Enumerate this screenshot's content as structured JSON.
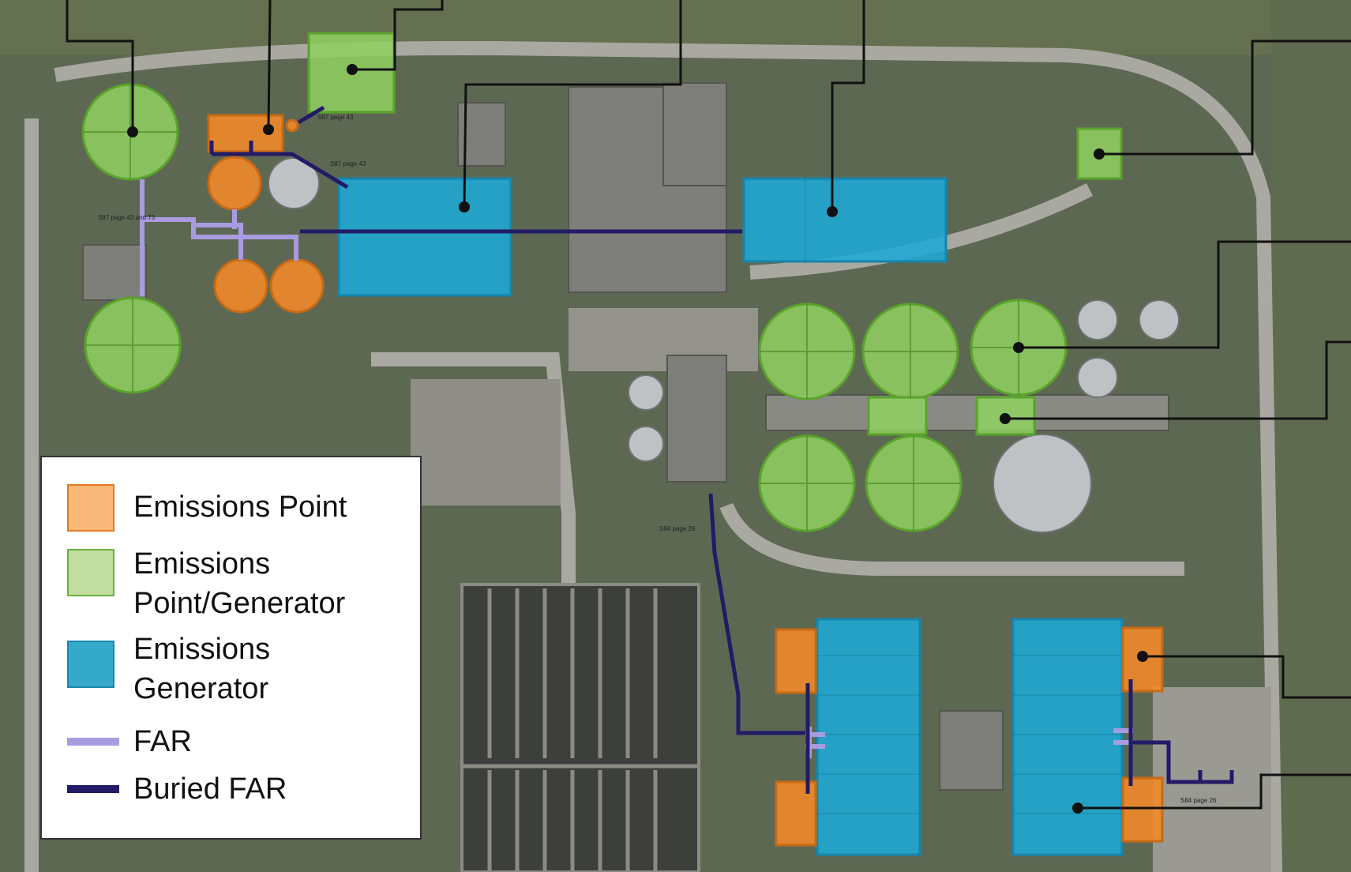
{
  "map": {
    "annotations": [
      "S87 page 43",
      "S87 page 43",
      "S87 page 43 and 73",
      "S84 page 26",
      "S84 page 26"
    ]
  },
  "legend": {
    "items": [
      {
        "label": "Emissions Point",
        "kind": "swatch",
        "fill": "#f9b77a",
        "stroke": "#e57b20"
      },
      {
        "label": "Emissions Point/Generator",
        "kind": "swatch",
        "fill": "#c2dea2",
        "stroke": "#6ab23a"
      },
      {
        "label": "Emissions Generator",
        "kind": "swatch",
        "fill": "#34a9c9",
        "stroke": "#1c86ab"
      },
      {
        "label": "FAR",
        "kind": "line",
        "color": "#a89be0"
      },
      {
        "label": "Buried FAR",
        "kind": "line",
        "color": "#231b66"
      }
    ]
  },
  "colors": {
    "emissions_point": "#f08a2b",
    "emissions_point_generator": "#8fd160",
    "emissions_generator": "#1ea8d6",
    "far": "#a89be0",
    "buried_far": "#231b66",
    "callout": "#111111"
  }
}
